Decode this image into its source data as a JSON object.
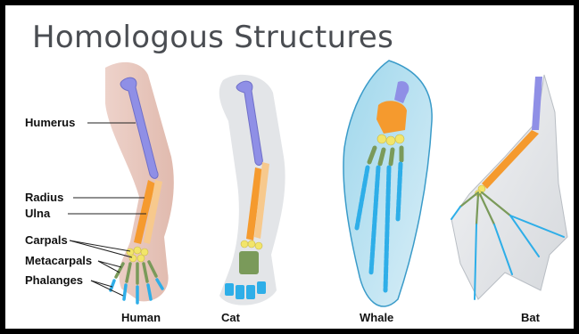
{
  "slide": {
    "title": "Homologous Structures"
  },
  "bone_labels": {
    "humerus": "Humerus",
    "radius": "Radius",
    "ulna": "Ulna",
    "carpals": "Carpals",
    "metacarpals": "Metacarpals",
    "phalanges": "Phalanges"
  },
  "animals": {
    "human": "Human",
    "cat": "Cat",
    "whale": "Whale",
    "bat": "Bat"
  },
  "bone_colors": {
    "humerus": "#8f8fe6",
    "radius_ulna": "#f59a2e",
    "carpals": "#f2e56a",
    "metacarpals": "#7a9a5a",
    "phalanges": "#2eaee8"
  }
}
